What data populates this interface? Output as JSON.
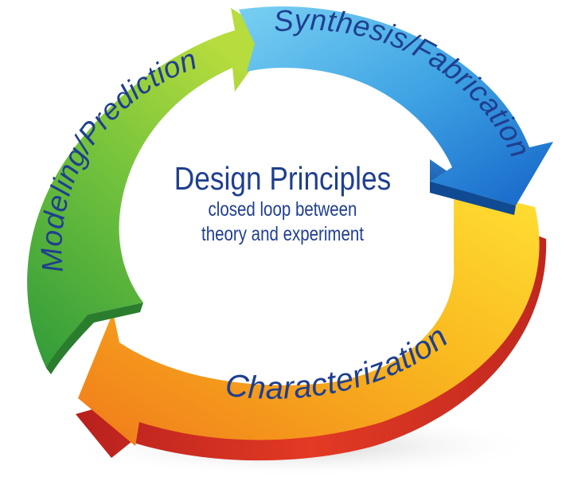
{
  "diagram": {
    "arrows": {
      "modeling": {
        "label": "Modeling/Prediction",
        "colors": [
          "#4cae3a",
          "#a8d83c",
          "#63bd3e"
        ]
      },
      "synthesis": {
        "label": "Synthesis/Fabrication",
        "colors": [
          "#5fc6ee",
          "#1f7fcf",
          "#2b8fe0"
        ]
      },
      "characterization": {
        "label": "Characterization",
        "colors": [
          "#d42a22",
          "#f28b1e",
          "#f9d01f"
        ]
      }
    },
    "center": {
      "title": "Design Principles",
      "line1": "closed loop between",
      "line2": "theory and experiment"
    },
    "text_color": "#1f3f8f"
  }
}
